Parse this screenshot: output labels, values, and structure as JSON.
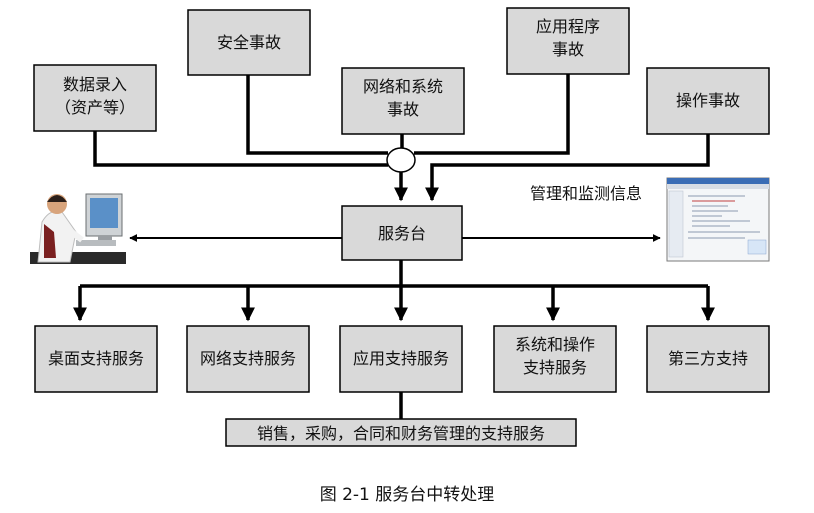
{
  "nodes": {
    "data_entry": {
      "line1": "数据录入",
      "line2": "（资产等）"
    },
    "security_incident": {
      "label": "安全事故"
    },
    "network_incident": {
      "line1": "网络和系统",
      "line2": "事故"
    },
    "app_incident": {
      "line1": "应用程序",
      "line2": "事故"
    },
    "operation_incident": {
      "label": "操作事故"
    },
    "service_desk": {
      "label": "服务台"
    },
    "desktop_support": {
      "label": "桌面支持服务"
    },
    "network_support": {
      "label": "网络支持服务"
    },
    "app_support": {
      "label": "应用支持服务"
    },
    "system_support": {
      "line1": "系统和操作",
      "line2": "支持服务"
    },
    "third_party": {
      "label": "第三方支持"
    },
    "business_support": {
      "label": "销售，采购，合同和财务管理的支持服务"
    }
  },
  "monitoring_label": "管理和监测信息",
  "caption": "图 2-1  服务台中转处理"
}
